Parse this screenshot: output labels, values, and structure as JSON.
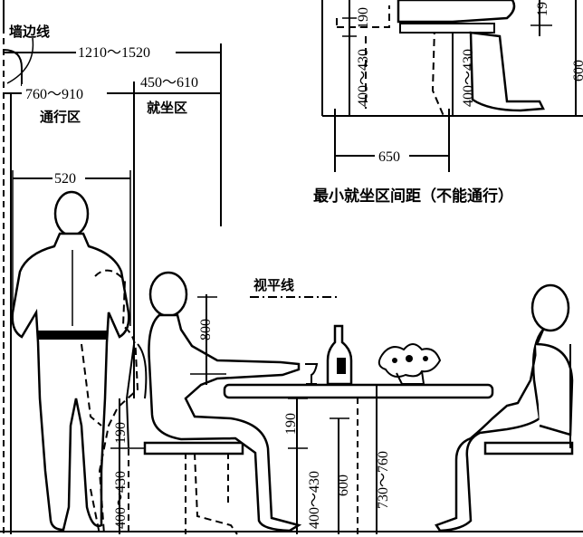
{
  "labels": {
    "wall_edge": "墙边线",
    "dim_total": "1210～1520",
    "dim_passage": "760～910",
    "passage_area": "通行区",
    "dim_seating": "450～610",
    "seating_area": "就坐区",
    "dim_person_width": "520",
    "sight_line": "视平线",
    "dim_eye_800": "800",
    "dim_190_left": "190",
    "dim_seat_left": "400～430",
    "dim_190_mid": "190",
    "dim_seat_mid": "400～430",
    "dim_600": "600",
    "dim_table": "730～760",
    "inset_190": "190",
    "inset_seat_a": "400～430",
    "inset_seat_b": "400～430",
    "inset_650": "650",
    "inset_190_right": "19",
    "inset_600_right": "600",
    "inset_caption": "最小就坐区间距（不能通行）"
  }
}
